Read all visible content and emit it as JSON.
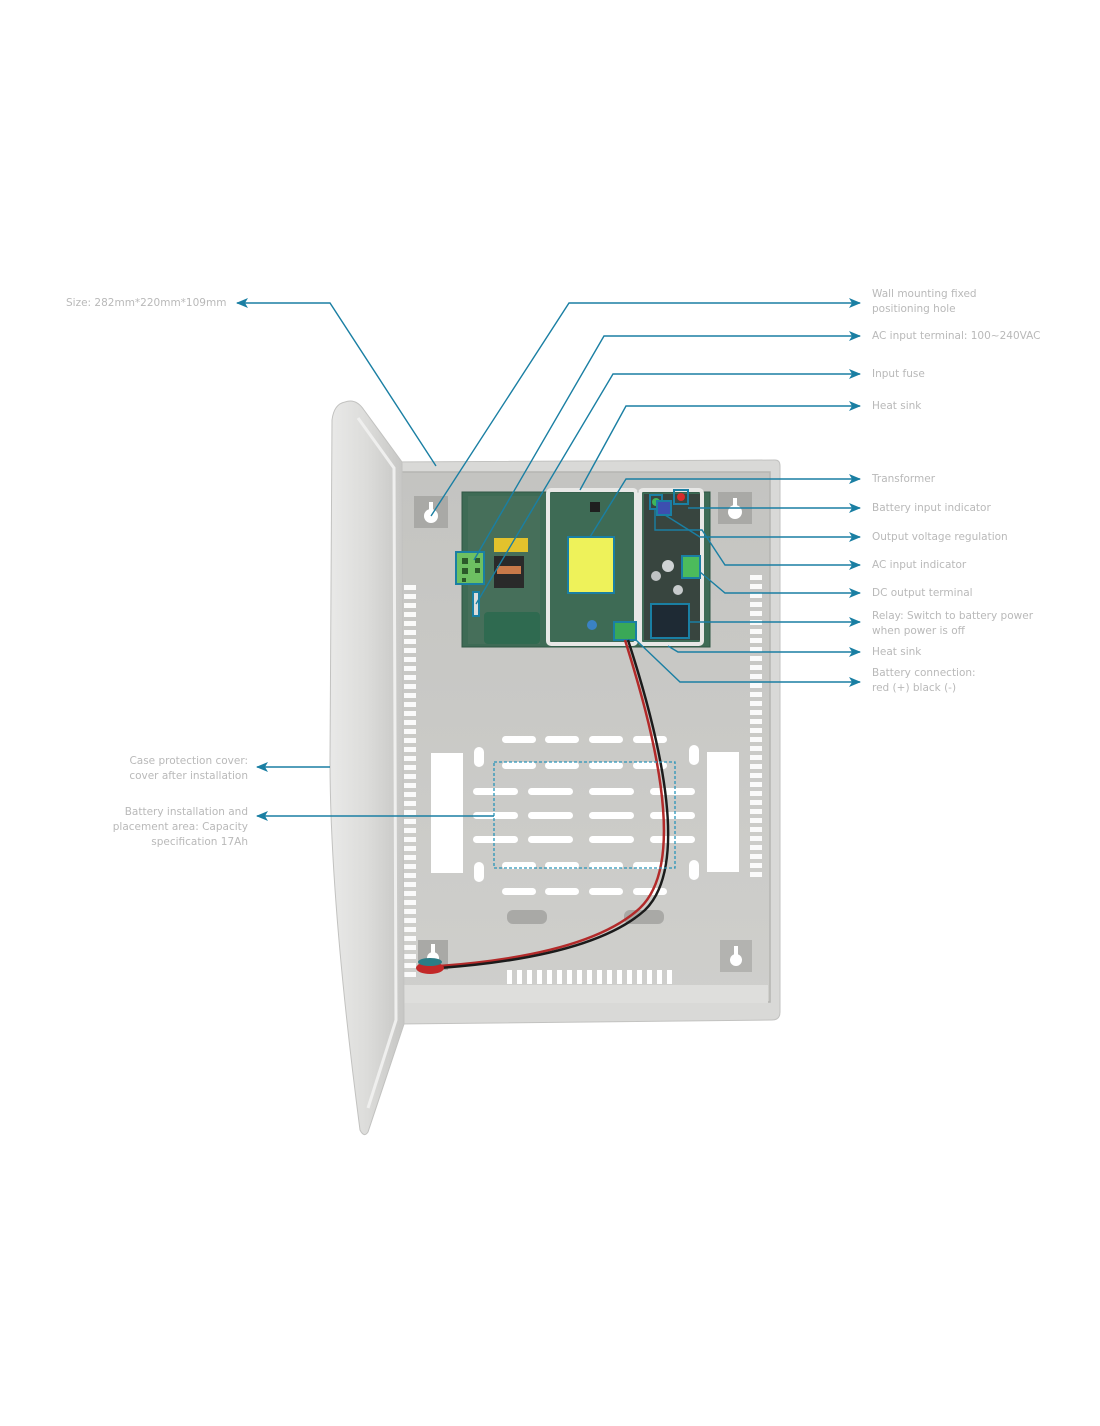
{
  "figure": {
    "title": "Power supply enclosure component diagram",
    "accent_color": "#1a7fa3",
    "label_color": "#b9b9b9",
    "case_color": "#d7d7d5",
    "interior_color": "#c9c9c6",
    "pcb_color": "#3f6e55"
  },
  "labels_left": [
    {
      "id": "size",
      "lines": [
        "Size: 282mm*220mm*109mm"
      ]
    },
    {
      "id": "cover",
      "lines": [
        "Case protection cover:",
        "cover after installation"
      ]
    },
    {
      "id": "battery-area",
      "lines": [
        "Battery installation and",
        "placement area: Capacity",
        "specification 17Ah"
      ]
    }
  ],
  "labels_right": [
    {
      "id": "wall-hole",
      "lines": [
        "Wall mounting fixed",
        "positioning hole"
      ]
    },
    {
      "id": "ac-terminal",
      "lines": [
        "AC input terminal: 100~240VAC"
      ]
    },
    {
      "id": "input-fuse",
      "lines": [
        "Input fuse"
      ]
    },
    {
      "id": "heat-sink-1",
      "lines": [
        "Heat sink"
      ]
    },
    {
      "id": "transformer",
      "lines": [
        "Transformer"
      ]
    },
    {
      "id": "battery-indicator",
      "lines": [
        "Battery input indicator"
      ]
    },
    {
      "id": "voltage-regulation",
      "lines": [
        "Output voltage regulation"
      ]
    },
    {
      "id": "ac-indicator",
      "lines": [
        "AC input indicator"
      ]
    },
    {
      "id": "dc-terminal",
      "lines": [
        "DC output terminal"
      ]
    },
    {
      "id": "relay",
      "lines": [
        "Relay: Switch to battery power",
        "when power is off"
      ]
    },
    {
      "id": "heat-sink-2",
      "lines": [
        "Heat sink"
      ]
    },
    {
      "id": "battery-connection",
      "lines": [
        "Battery connection:",
        "red (+) black (-)"
      ]
    }
  ]
}
